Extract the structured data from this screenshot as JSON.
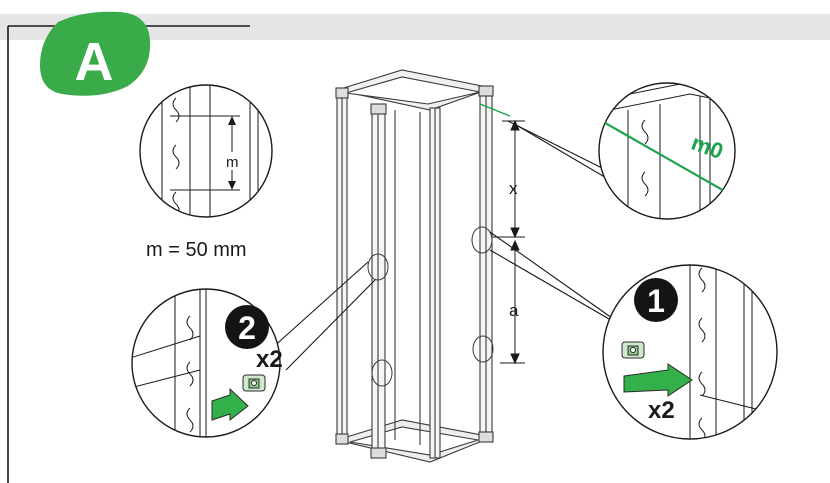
{
  "step_badge": "A",
  "colors": {
    "header_band": "#e5e5e5",
    "badge_green": "#3aab49",
    "accent_green": "#19a64a",
    "arrow_green": "#33b04a",
    "frame_stroke": "#3a3a3a",
    "frame_fill": "#f2f2f2",
    "panel_line": "#1a1a1a",
    "step_circle": "#141414"
  },
  "detail_pitch": {
    "dimension_label": "m",
    "formula": "m = 50 mm"
  },
  "detail_reference": {
    "line_label": "m0"
  },
  "rack_dimensions": {
    "x_label": "x",
    "a_label": "a"
  },
  "step_1": {
    "number": "1",
    "quantity": "x2"
  },
  "step_2": {
    "number": "2",
    "quantity": "x2"
  },
  "icons": [
    "cage-nut-icon",
    "arrow-right-icon"
  ]
}
